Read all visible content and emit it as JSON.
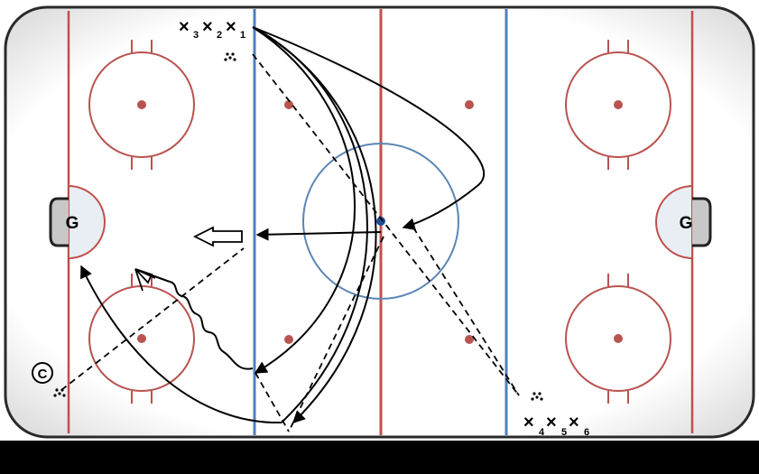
{
  "rink": {
    "goalie_left": "G",
    "goalie_right": "G",
    "coach_symbol": "C",
    "colors": {
      "board": "#2a2a2a",
      "red_line": "#c0504d",
      "blue_line": "#4f81bd",
      "circle_red": "#b85450",
      "center_circle": "#5b86b5",
      "crease": "#e8eef4",
      "net": "#c8c8c8",
      "puck": "#1f4e9a",
      "ink": "#000000"
    }
  },
  "players": {
    "top": [
      "3",
      "2",
      "1"
    ],
    "bottom": [
      "4",
      "5",
      "6"
    ]
  }
}
